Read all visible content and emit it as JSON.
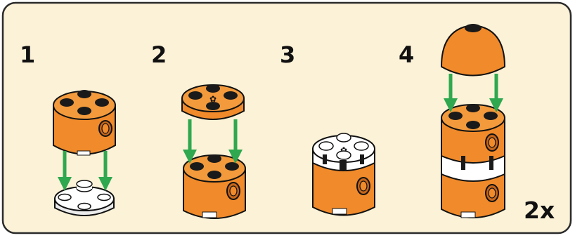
{
  "steps": [
    {
      "number": "1"
    },
    {
      "number": "2"
    },
    {
      "number": "3"
    },
    {
      "number": "4"
    }
  ],
  "multiplier": "2x",
  "colors": {
    "background": "#fbf2d7",
    "border": "#2b2b2b",
    "brick_orange": "#f08a2a",
    "brick_orange_dark": "#c8661a",
    "brick_white": "#ffffff",
    "stud_black": "#1a1a1a",
    "arrow_green": "#2fa84f"
  }
}
